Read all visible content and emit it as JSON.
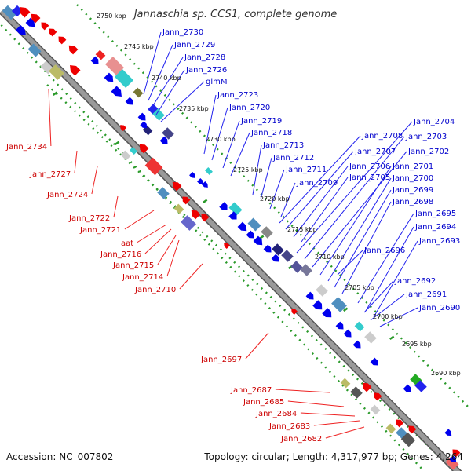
{
  "title": "Jannaschia sp. CCS1, complete genome",
  "accession_text": "Accession: NC_007802",
  "summary_text": "Topology: circular; Length: 4,317,977 bp; Genes: 4,264",
  "colors": {
    "backbone": "#9a9a9a",
    "gc_dots": "#2a9a2a",
    "forward_gene": "#0000ee",
    "reverse_gene": "#ee0000",
    "forward_label": "#0000cc",
    "reverse_label": "#cc0000",
    "callout_forward": "#2222ee",
    "callout_reverse": "#ee2222"
  },
  "kbp_ticks": [
    "2750 kbp",
    "2745 kbp",
    "2740 kbp",
    "2735 kbp",
    "2730 kbp",
    "2725 kbp",
    "2720 kbp",
    "2715 kbp",
    "2710 kbp",
    "2705 kbp",
    "2700 kbp",
    "2695 kbp",
    "2690 kbp"
  ],
  "forward_labels": [
    "Jann_2730",
    "Jann_2729",
    "Jann_2728",
    "Jann_2726",
    "glmM",
    "Jann_2723",
    "Jann_2720",
    "Jann_2719",
    "Jann_2718",
    "Jann_2713",
    "Jann_2712",
    "Jann_2711",
    "Jann_2709",
    "Jann_2708",
    "Jann_2707",
    "Jann_2706",
    "Jann_2705",
    "Jann_2704",
    "Jann_2703",
    "Jann_2702",
    "Jann_2701",
    "Jann_2700",
    "Jann_2699",
    "Jann_2698",
    "Jann_2695",
    "Jann_2694",
    "Jann_2696",
    "Jann_2693",
    "Jann_2692",
    "Jann_2691",
    "Jann_2690"
  ],
  "reverse_labels": [
    "Jann_2734",
    "Jann_2727",
    "Jann_2724",
    "Jann_2722",
    "Jann_2721",
    "aat",
    "Jann_2716",
    "Jann_2715",
    "Jann_2714",
    "Jann_2710",
    "Jann_2697",
    "Jann_2687",
    "Jann_2685",
    "Jann_2684",
    "Jann_2683",
    "Jann_2682"
  ]
}
